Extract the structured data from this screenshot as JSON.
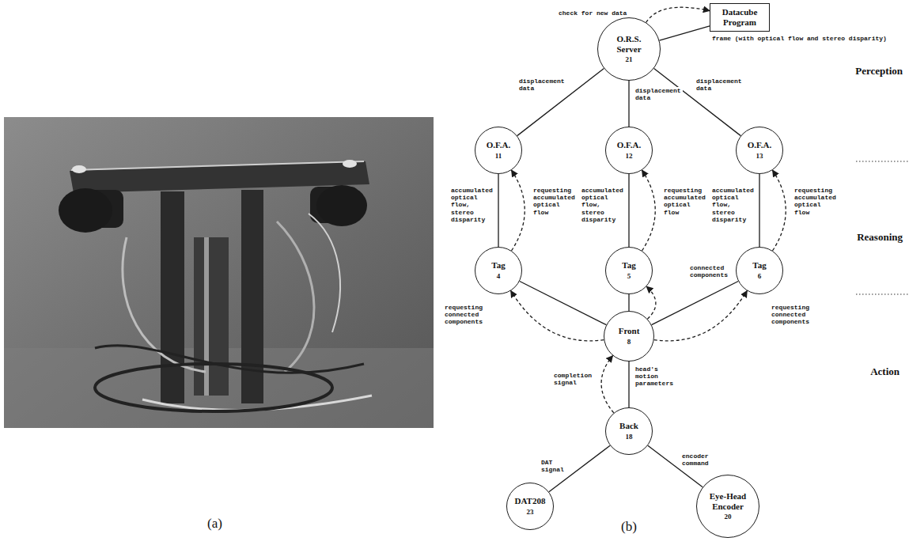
{
  "diagram": {
    "nodes": [
      {
        "text": [
          "Datacube Program"
        ]
      },
      {
        "text": [
          "O.R.S. Server",
          "21"
        ]
      },
      {
        "text": [
          "O.F.A.",
          "11"
        ]
      },
      {
        "text": [
          "O.F.A.",
          "12"
        ]
      },
      {
        "text": [
          "O.F.A.",
          "13"
        ]
      },
      {
        "text": [
          "Tag",
          "4"
        ]
      },
      {
        "text": [
          "Tag",
          "5"
        ]
      },
      {
        "text": [
          "Tag",
          "6"
        ]
      },
      {
        "text": [
          "Front",
          "8"
        ]
      },
      {
        "text": [
          "Back",
          "18"
        ]
      },
      {
        "text": [
          "DAT208",
          "23"
        ]
      },
      {
        "text": [
          "Eye-Head Encoder",
          "20"
        ]
      }
    ],
    "edges": [
      {
        "from": 1,
        "to": 0,
        "arrow": "to",
        "label": "check for new data"
      },
      {
        "from": 0,
        "to": 1,
        "arrow": "none",
        "label": "frame (with optical flow and stereo disparity)"
      },
      {
        "from": 1,
        "to": 2,
        "arrow": "none",
        "label": "displacement data"
      },
      {
        "from": 1,
        "to": 3,
        "arrow": "none",
        "label": "displacement data"
      },
      {
        "from": 1,
        "to": 4,
        "arrow": "none",
        "label": "displacement data"
      },
      {
        "from": 2,
        "to": 5,
        "arrow": "none",
        "label": "accumulated optical flow, stereo disparity"
      },
      {
        "from": 3,
        "to": 6,
        "arrow": "none",
        "label": "accumulated optical flow, stereo disparity"
      },
      {
        "from": 4,
        "to": 7,
        "arrow": "none",
        "label": "accumulated optical flow, stereo disparity"
      },
      {
        "from": 5,
        "to": 2,
        "arrow": "to",
        "label": "requesting accumulated optical flow"
      },
      {
        "from": 6,
        "to": 3,
        "arrow": "to",
        "label": "requesting accumulated optical flow"
      },
      {
        "from": 7,
        "to": 4,
        "arrow": "to",
        "label": "requesting accumulated optical flow"
      },
      {
        "from": 5,
        "to": 8,
        "arrow": "none"
      },
      {
        "from": 6,
        "to": 8,
        "arrow": "none"
      },
      {
        "from": 7,
        "to": 8,
        "arrow": "none",
        "label": "connected components"
      },
      {
        "from": 8,
        "to": 5,
        "arrow": "to",
        "label": "requesting connected components"
      },
      {
        "from": 8,
        "to": 6,
        "arrow": "to"
      },
      {
        "from": 8,
        "to": 7,
        "arrow": "to",
        "label": "requesting connected components"
      },
      {
        "from": 8,
        "to": 9,
        "arrow": "none",
        "label": "head's motion parameters"
      },
      {
        "from": 9,
        "to": 8,
        "arrow": "to",
        "label": "completion signal"
      },
      {
        "from": 9,
        "to": 10,
        "arrow": "none",
        "label": "DAT signal"
      },
      {
        "from": 9,
        "to": 11,
        "arrow": "none",
        "label": "encoder command"
      }
    ],
    "labels": [
      "Perception",
      "Reasoning",
      "Action",
      "(a)",
      "(b)"
    ]
  }
}
